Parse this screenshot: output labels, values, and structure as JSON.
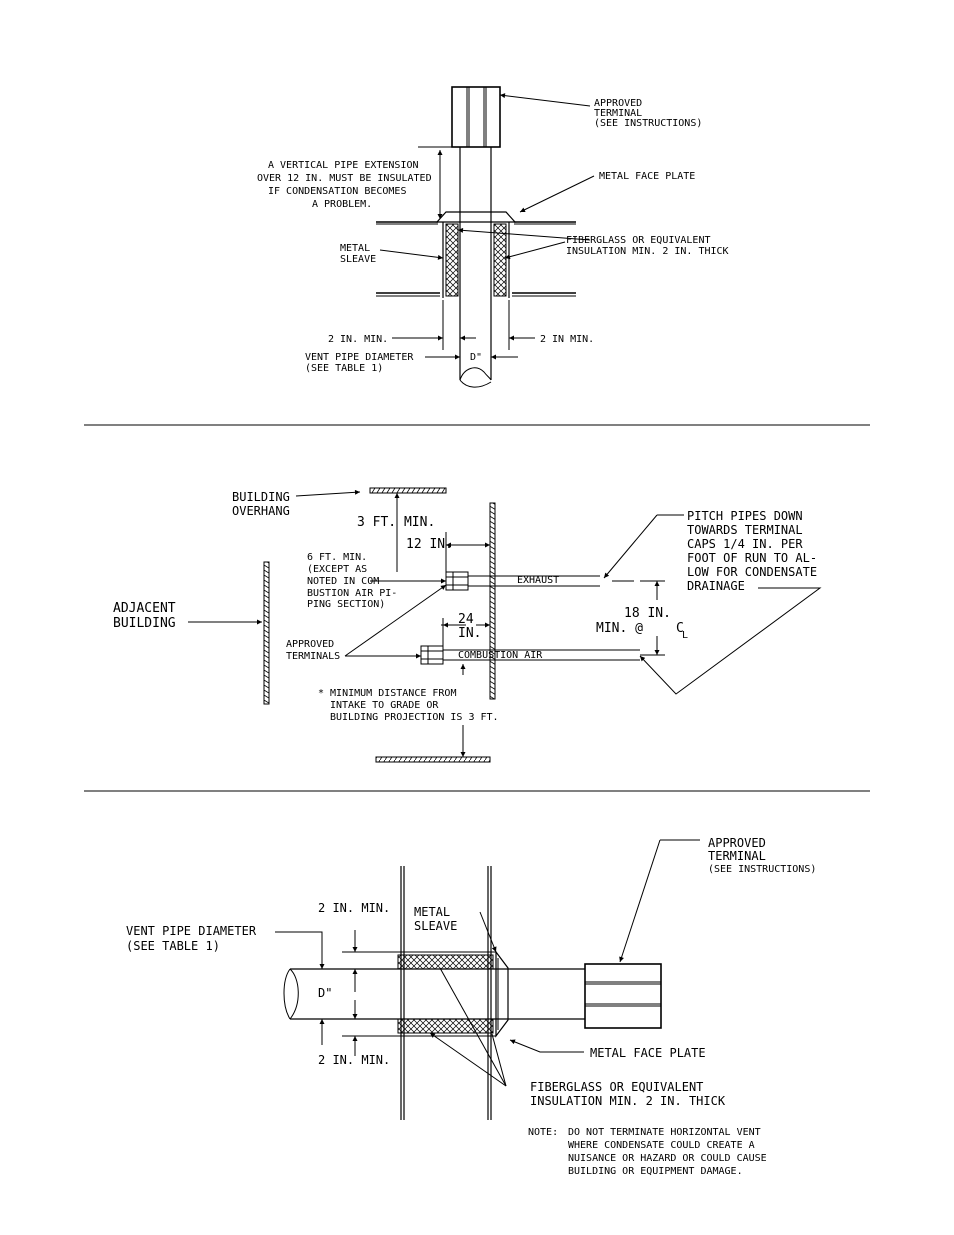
{
  "vertical": {
    "terminal": [
      "APPROVED",
      "TERMINAL",
      "(SEE INSTRUCTIONS)"
    ],
    "extension_note": [
      "A VERTICAL PIPE EXTENSION",
      "OVER 12 IN. MUST BE INSULATED",
      "IF CONDENSATION BECOMES",
      "A PROBLEM."
    ],
    "face_plate": "METAL FACE PLATE",
    "sleeve": [
      "METAL",
      "SLEAVE"
    ],
    "insulation": [
      "FIBERGLASS OR EQUIVALENT",
      "INSULATION MIN. 2 IN. THICK"
    ],
    "clear_left": "2 IN. MIN.",
    "clear_right": "2 IN MIN.",
    "diameter": [
      "VENT PIPE DIAMETER",
      "(SEE TABLE 1)"
    ],
    "d_symbol": "D\""
  },
  "horizontal_clearances": {
    "overhang": [
      "BUILDING",
      "OVERHANG"
    ],
    "three_ft": "3 FT. MIN.",
    "twelve_in": "12 IN.",
    "six_ft": [
      "6 FT. MIN.",
      "(EXCEPT AS",
      "NOTED IN COM-",
      "BUSTION AIR PI-",
      "PING SECTION)"
    ],
    "adjacent": [
      "ADJACENT",
      "BUILDING"
    ],
    "exhaust": "EXHAUST",
    "pitch": [
      "PITCH PIPES DOWN",
      "TOWARDS TERMINAL",
      "CAPS 1/4 IN. PER",
      "FOOT OF RUN TO AL-",
      "LOW FOR CONDENSATE",
      "DRAINAGE"
    ],
    "eighteen": [
      "18 IN.",
      "MIN. @"
    ],
    "centerline": "C",
    "centerline_sub": "L",
    "twentyfour": [
      "24",
      "IN."
    ],
    "terminals": [
      "APPROVED",
      "TERMINALS"
    ],
    "combustion": "COMBUSTION AIR",
    "min_distance": [
      "* MINIMUM DISTANCE FROM",
      "INTAKE TO GRADE OR",
      "BUILDING PROJECTION IS 3 FT."
    ]
  },
  "horizontal_wall": {
    "terminal": [
      "APPROVED",
      "TERMINAL",
      "(SEE INSTRUCTIONS)"
    ],
    "clear_top": "2 IN. MIN.",
    "sleeve": [
      "METAL",
      "SLEAVE"
    ],
    "diameter": [
      "VENT PIPE DIAMETER",
      "(SEE TABLE 1)"
    ],
    "d_symbol": "D\"",
    "face_plate": "METAL FACE PLATE",
    "clear_bottom": "2 IN. MIN.",
    "insulation": [
      "FIBERGLASS OR EQUIVALENT",
      "INSULATION MIN. 2 IN. THICK"
    ],
    "note_label": "NOTE:",
    "note": [
      "DO NOT TERMINATE HORIZONTAL VENT",
      "WHERE CONDENSATE COULD CREATE A",
      "NUISANCE OR HAZARD OR COULD CAUSE",
      "BUILDING OR EQUIPMENT DAMAGE."
    ]
  }
}
